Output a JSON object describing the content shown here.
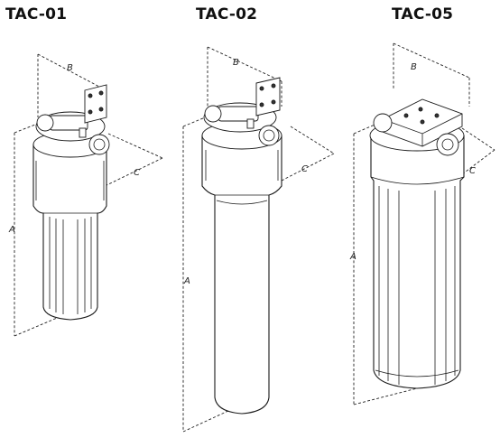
{
  "models": [
    {
      "title": "TAC-01",
      "dimension_labels": {
        "a": "A",
        "b": "B",
        "c": "C"
      }
    },
    {
      "title": "TAC-02",
      "dimension_labels": {
        "a": "A",
        "b": "B",
        "c": "C"
      }
    },
    {
      "title": "TAC-05",
      "dimension_labels": {
        "a": "A",
        "b": "B",
        "c": "C"
      }
    }
  ],
  "colors": {
    "line": "#1a1a1a",
    "background": "#ffffff"
  }
}
